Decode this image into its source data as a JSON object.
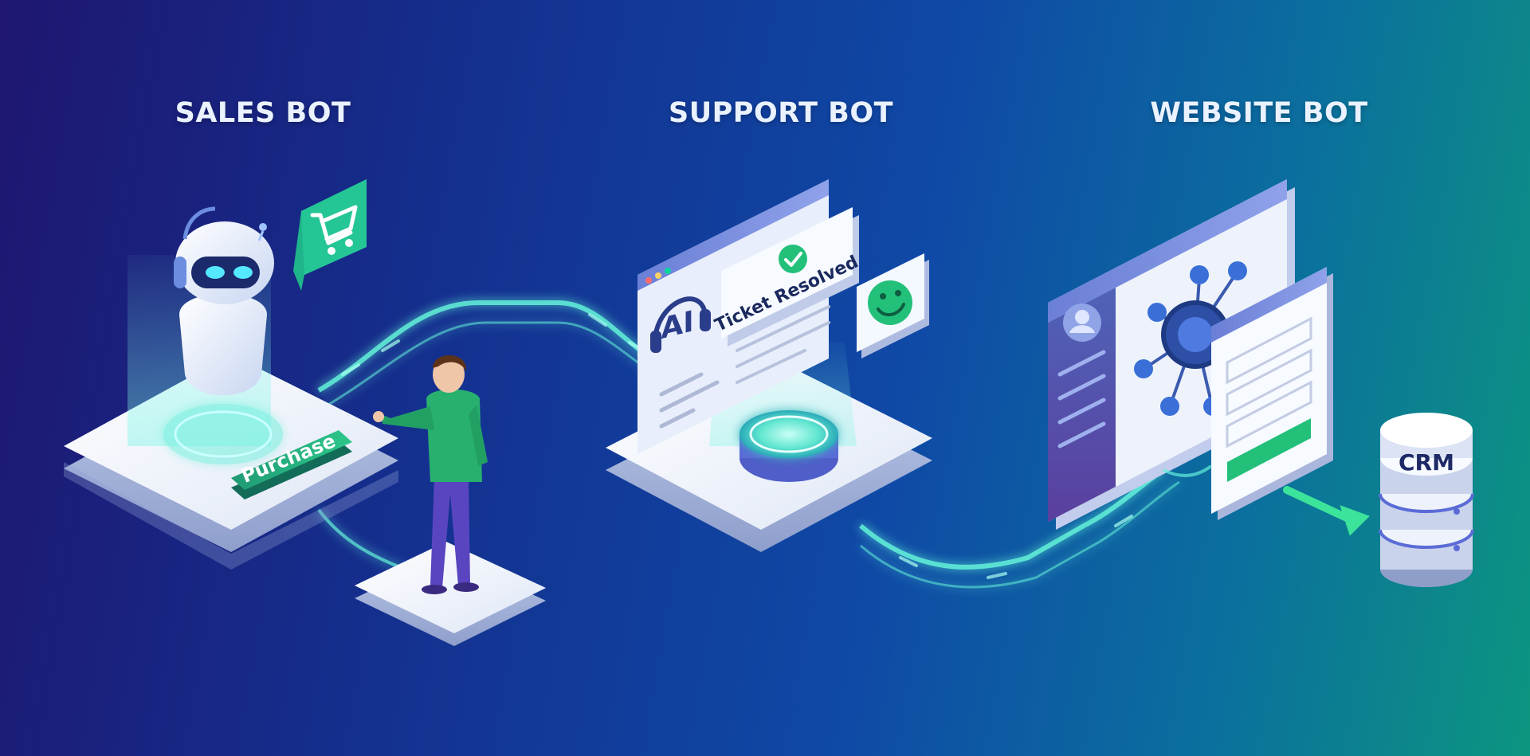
{
  "sections": [
    {
      "id": "sales",
      "title": "SALES BOT"
    },
    {
      "id": "support",
      "title": "SUPPORT BOT"
    },
    {
      "id": "website",
      "title": "WEBSITE BOT"
    }
  ],
  "labels": {
    "purchase_button": "Purchase",
    "ticket_status": "Ticket Resolved",
    "ai_headset": "AI",
    "crm": "CRM"
  },
  "icons": {
    "shopping": "shopping-cart-icon",
    "success": "check-circle-icon",
    "satisfaction": "smiley-face-icon",
    "network": "network-node-icon",
    "support": "headset-icon",
    "data_flow": "arrow-right-icon",
    "database": "database-icon"
  },
  "colors": {
    "background_start": "#1e1670",
    "background_mid": "#0f49a6",
    "background_end": "#0c9580",
    "glow": "#4ff0d2",
    "accent_green": "#23c07a",
    "accent_teal": "#0d8f7a",
    "panel": "#eef3fb"
  }
}
